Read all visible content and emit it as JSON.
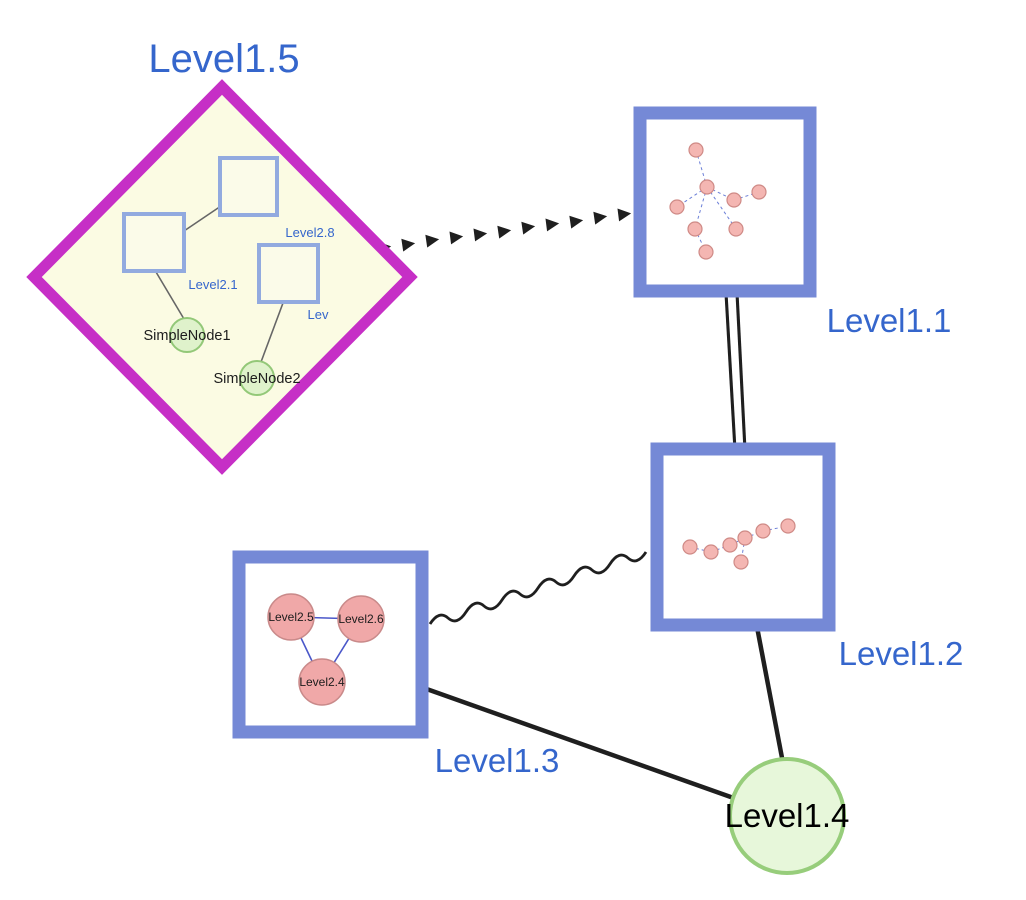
{
  "colors": {
    "label-blue": "#3566cc",
    "diamond-border": "#c62fc6",
    "diamond-fill": "#fbfbe3",
    "box-border": "#7589d6",
    "inner-square-border": "#92aadf",
    "inner-square-fill": "#fbfbe9",
    "green-node-fill": "#dff2cb",
    "green-node-border": "#93c878",
    "big-circle-fill": "#e7f7da",
    "big-circle-border": "#97cd7b",
    "pink-fill": "#f0a8a8",
    "pink-border": "#c98a8a",
    "mini-node-fill": "#f4b6b2",
    "mini-node-border": "#cf8a86",
    "mini-edge": "#6b7fd7",
    "triangle-edge": "#4a57c9",
    "edge-dark": "#1f1f1f",
    "inner-edge": "#666666",
    "background": "#ffffff"
  },
  "labels": {
    "level15": "Level1.5",
    "level11": "Level1.1",
    "level12": "Level1.2",
    "level13": "Level1.3",
    "level14": "Level1.4",
    "level28": "Level2.8",
    "level21": "Level2.1",
    "lev": "Lev",
    "simplenode1": "SimpleNode1",
    "simplenode2": "SimpleNode2",
    "level25": "Level2.5",
    "level26": "Level2.6",
    "level24": "Level2.4"
  },
  "nodes": [
    {
      "id": "Level1.5",
      "shape": "diamond-group",
      "border": "magenta",
      "fill": "pale-yellow"
    },
    {
      "id": "Level1.1",
      "shape": "square-thumbnail",
      "border": "blue",
      "fill": "white"
    },
    {
      "id": "Level1.2",
      "shape": "square-thumbnail",
      "border": "blue",
      "fill": "white"
    },
    {
      "id": "Level1.3",
      "shape": "square-thumbnail",
      "border": "blue",
      "fill": "white"
    },
    {
      "id": "Level1.4",
      "shape": "circle",
      "border": "green",
      "fill": "pale-green"
    }
  ],
  "edges": [
    {
      "from": "Level1.5",
      "to": "Level1.1",
      "style": "thick-dashed-arrow"
    },
    {
      "from": "Level1.1",
      "to": "Level1.2",
      "style": "double-parallel-line"
    },
    {
      "from": "Level1.3",
      "to": "Level1.2",
      "style": "wavy-line"
    },
    {
      "from": "Level1.3",
      "to": "Level1.4",
      "style": "solid-line"
    },
    {
      "from": "Level1.2",
      "to": "Level1.4",
      "style": "solid-line"
    },
    {
      "from": "Level2.1-square",
      "to": "Level2.8-square",
      "style": "thin-gray-line"
    },
    {
      "from": "Level2.1-square",
      "to": "SimpleNode1",
      "style": "thin-gray-line"
    },
    {
      "from": "Lev-square",
      "to": "SimpleNode2",
      "style": "thin-gray-line"
    },
    {
      "from": "Level2.5",
      "to": "Level2.6",
      "style": "thin-blue-line"
    },
    {
      "from": "Level2.5",
      "to": "Level2.4",
      "style": "thin-blue-line"
    },
    {
      "from": "Level2.6",
      "to": "Level2.4",
      "style": "thin-blue-line"
    }
  ],
  "mini_graphs": {
    "level11_thumbnail": {
      "node_count": 8,
      "node_style": "small-pink-circle",
      "edge_style": "dashed-blue"
    },
    "level12_thumbnail": {
      "node_count": 7,
      "node_style": "small-pink-circle",
      "edge_style": "dashed-blue"
    }
  }
}
